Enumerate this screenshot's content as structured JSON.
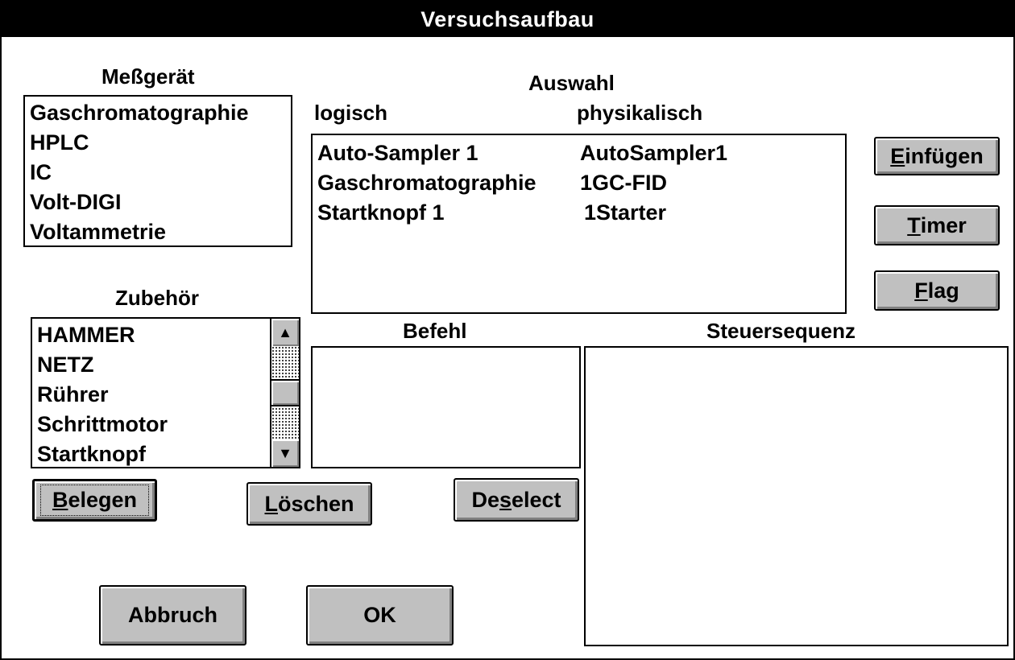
{
  "window": {
    "title": "Versuchsaufbau"
  },
  "messgeraet": {
    "label": "Meßgerät",
    "items": [
      "Gaschromatographie",
      "HPLC",
      "IC",
      "Volt-DIGI",
      "Voltammetrie"
    ]
  },
  "auswahl": {
    "label": "Auswahl",
    "col_logisch": "logisch",
    "col_physikalisch": "physikalisch",
    "rows": [
      {
        "logisch": "Auto-Sampler 1",
        "physikalisch": "AutoSampler1"
      },
      {
        "logisch": "Gaschromatographie",
        "physikalisch": "1GC-FID"
      },
      {
        "logisch": "Startknopf 1",
        "physikalisch": "1Starter"
      }
    ]
  },
  "buttons_right": {
    "einfuegen": {
      "mnemonic": "E",
      "rest": "infügen"
    },
    "timer": {
      "mnemonic": "T",
      "rest": "imer"
    },
    "flag": {
      "mnemonic": "F",
      "rest": "lag"
    }
  },
  "zubehoer": {
    "label": "Zubehör",
    "items": [
      "HAMMER",
      "NETZ",
      "Rührer",
      "Schrittmotor",
      "Startknopf"
    ],
    "scroll_position": 0.5
  },
  "befehl": {
    "label": "Befehl"
  },
  "steuersequenz": {
    "label": "Steuersequenz"
  },
  "buttons_bottom": {
    "belegen": {
      "mnemonic": "B",
      "rest": "elegen"
    },
    "loeschen": {
      "mnemonic": "L",
      "rest": "öschen"
    },
    "deselect": {
      "pre": "De",
      "mnemonic": "s",
      "rest": "elect"
    },
    "abbruch": "Abbruch",
    "ok": "OK"
  }
}
